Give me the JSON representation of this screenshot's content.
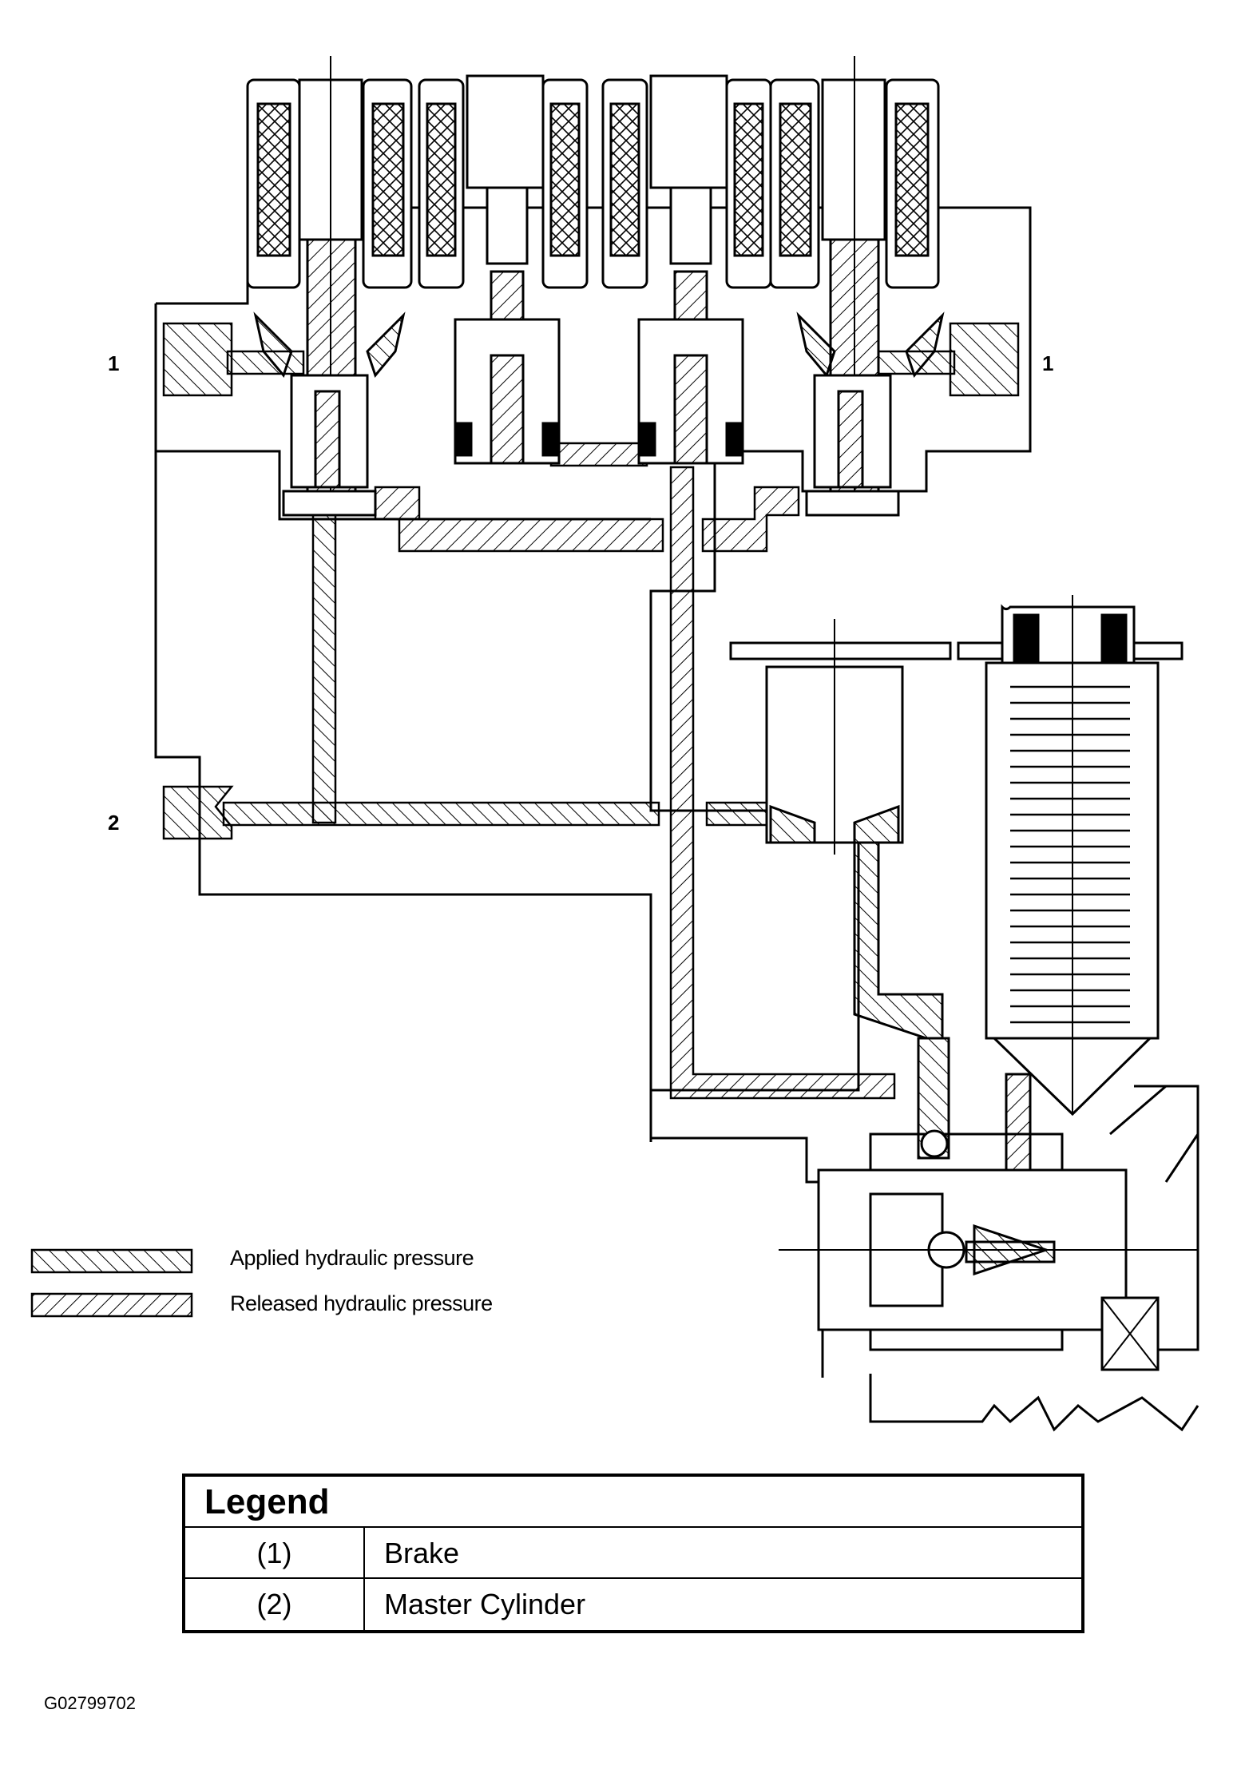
{
  "callouts": {
    "left_1": "1",
    "right_1": "1",
    "left_2": "2"
  },
  "pressure_key": {
    "applied": "Applied hydraulic pressure",
    "released": "Released hydraulic pressure"
  },
  "legend": {
    "title": "Legend",
    "rows": [
      {
        "num": "(1)",
        "desc": "Brake"
      },
      {
        "num": "(2)",
        "desc": "Master Cylinder"
      }
    ]
  },
  "figure_id": "G02799702"
}
